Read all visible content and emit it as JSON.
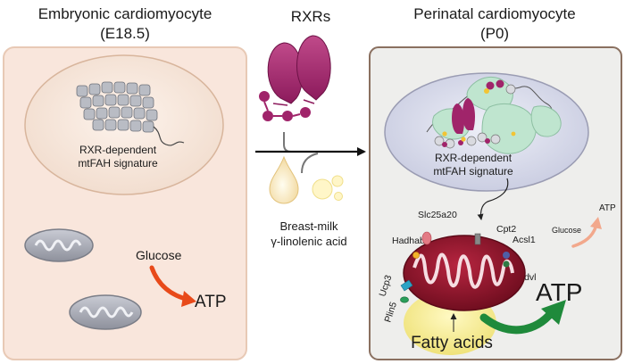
{
  "left_panel": {
    "title_line1": "Embryonic cardiomyocyte",
    "title_line2": "(E18.5)",
    "nucleus_label_line1": "RXR-dependent",
    "nucleus_label_line2": "mtFAH signature",
    "glucose_label": "Glucose",
    "atp_label": "ATP"
  },
  "middle": {
    "rxrs_label": "RXRs",
    "milk_label_line1": "Breast-milk",
    "milk_label_line2": "γ-linolenic acid"
  },
  "right_panel": {
    "title_line1": "Perinatal cardiomyocyte",
    "title_line2": "(P0)",
    "nucleus_label_line1": "RXR-dependent",
    "nucleus_label_line2": "mtFAH signature",
    "genes": [
      "Slc25a20",
      "Cpt2",
      "Acsl1",
      "Hadhab",
      "Ucp3",
      "Acadvl",
      "Plin5"
    ],
    "glucose_label": "Glucose",
    "small_atp_label": "ATP",
    "big_atp_label": "ATP",
    "fatty_acids_label": "Fatty acids"
  },
  "colors": {
    "left_cell_fill": "#f9e6dc",
    "left_cell_stroke": "#e8c9b5",
    "right_cell_fill": "#eeeeec",
    "right_cell_stroke": "#8a7060",
    "rxr_magenta": "#a0246a",
    "mito_red": "#8e1528",
    "green_arrow": "#1f8a3b",
    "orange_arrow": "#e84a1a"
  }
}
